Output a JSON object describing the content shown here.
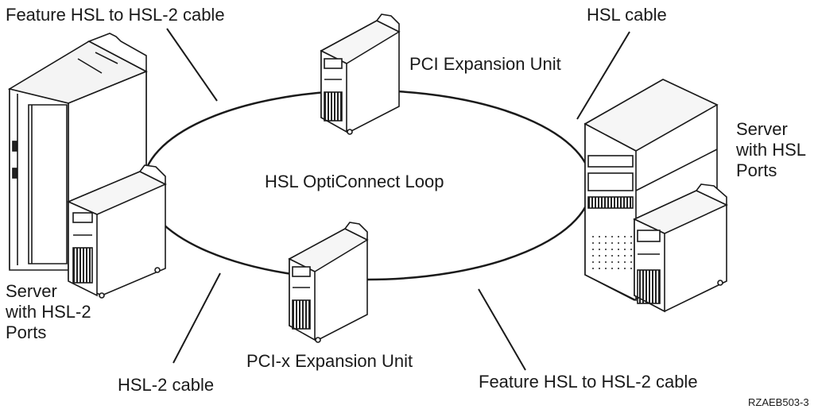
{
  "loop": {
    "label": "HSL OptiConnect Loop"
  },
  "cables": {
    "top_left": "Feature HSL to HSL-2 cable",
    "top_right": "HSL cable",
    "bottom_left": "HSL-2 cable",
    "bottom_right": "Feature HSL to HSL-2 cable"
  },
  "units": {
    "pci": "PCI Expansion Unit",
    "pci_x": "PCI-x Expansion Unit"
  },
  "servers": {
    "hsl2": {
      "line1": "Server",
      "line2": "with HSL-2",
      "line3": "Ports"
    },
    "hsl": {
      "line1": "Server",
      "line2": "with HSL",
      "line3": "Ports"
    }
  },
  "figure_id": "RZAEB503-3",
  "colors": {
    "line": "#1a1a1a",
    "fill": "#ffffff",
    "dark": "#222222"
  }
}
